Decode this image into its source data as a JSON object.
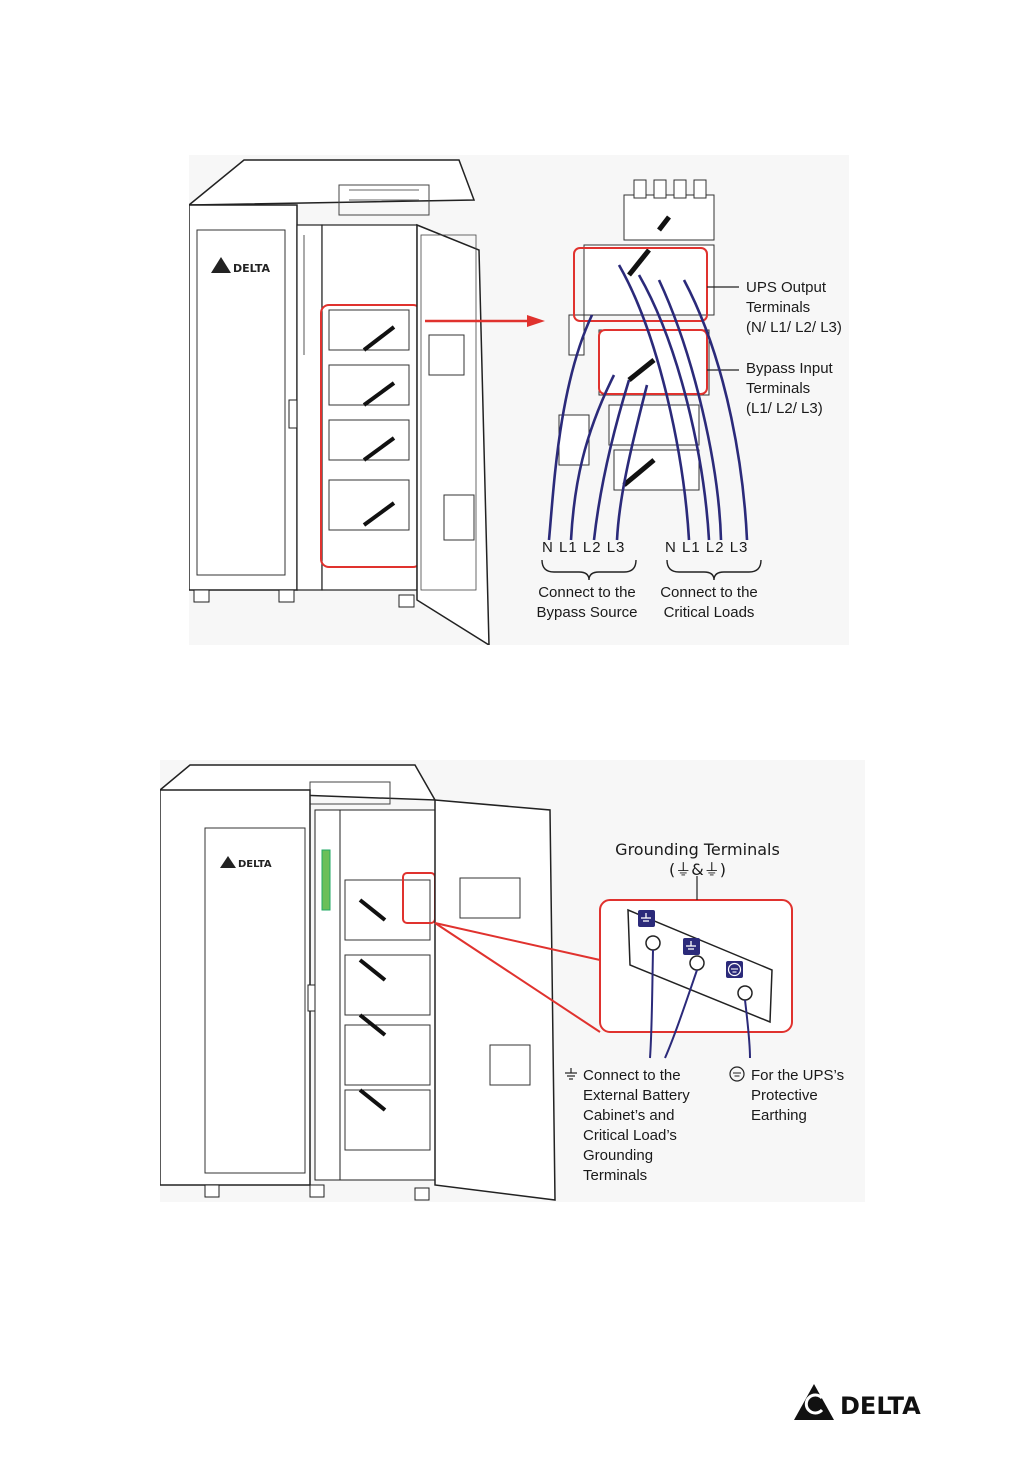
{
  "figure1": {
    "cabinet_logo": "DELTA",
    "labels": {
      "ups_output": [
        "UPS Output",
        "Terminals",
        "(N/ L1/ L2/ L3)"
      ],
      "bypass_input": [
        "Bypass Input",
        "Terminals",
        "(L1/ L2/ L3)"
      ],
      "phases_left": "N  L1  L2  L3",
      "phases_right": "N  L1  L2  L3",
      "connect_bypass": [
        "Connect to the",
        "Bypass Source"
      ],
      "connect_loads": [
        "Connect to the",
        "Critical Loads"
      ]
    }
  },
  "figure2": {
    "cabinet_logo": "DELTA",
    "labels": {
      "grounding_title": "Grounding Terminals",
      "grounding_symbols": "(⏚&⏚)",
      "connect_external": [
        "Connect to the",
        "External Battery",
        "Cabinet’s and",
        "Critical Load’s",
        "Grounding",
        "Terminals"
      ],
      "ups_protective": [
        "For the UPS’s",
        "Protective",
        "Earthing"
      ]
    }
  },
  "footer": {
    "brand": "DELTA"
  },
  "colors": {
    "highlight_red": "#e0322e",
    "cable_navy": "#2b2a7a",
    "line_dark": "#222222"
  }
}
